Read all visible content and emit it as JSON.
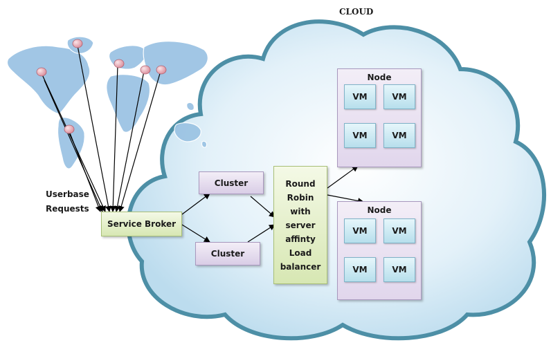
{
  "cloud": {
    "title": "CLOUD"
  },
  "userbase": {
    "label": "Userbase\nRequests"
  },
  "service_broker": {
    "label": "Service Broker"
  },
  "clusters": [
    {
      "label": "Cluster"
    },
    {
      "label": "Cluster"
    }
  ],
  "load_balancer": {
    "label": "Round\nRobin\nwith\nserver\naffinty\nLoad\nbalancer"
  },
  "nodes": [
    {
      "label": "Node",
      "vms": [
        "VM",
        "VM",
        "VM",
        "VM"
      ]
    },
    {
      "label": "Node",
      "vms": [
        "VM",
        "VM",
        "VM",
        "VM"
      ]
    }
  ],
  "colors": {
    "cloud_fill": "#cfe6f4",
    "cloud_border": "#4d8fa6",
    "map_fill": "#9cc4e4",
    "pin": "#e8a7b2",
    "arrow": "#000000"
  }
}
